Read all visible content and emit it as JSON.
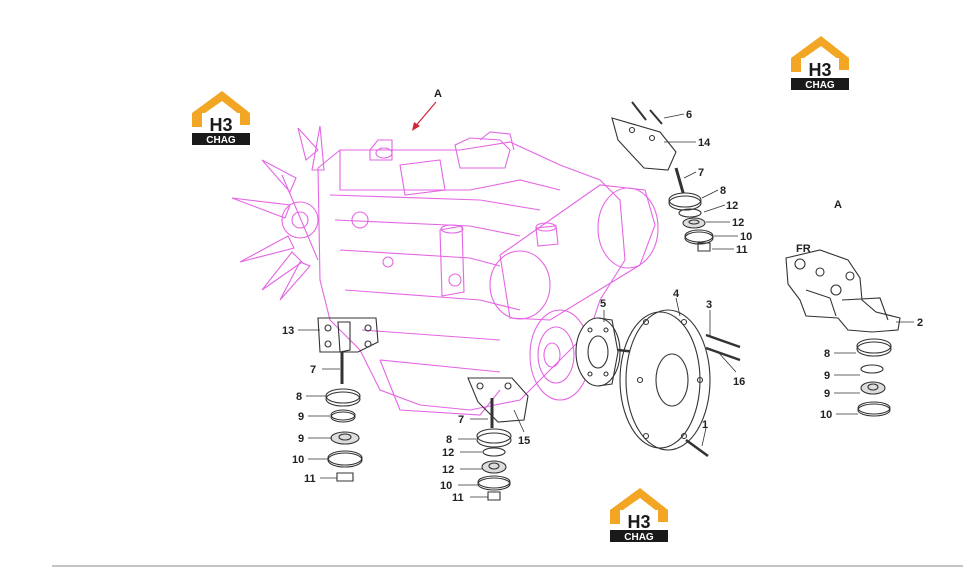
{
  "colors": {
    "engine": "#e466e4",
    "parts": "#333333",
    "logo_orange": "#f2a623",
    "logo_dark": "#1a1a1a",
    "rule": "#888888"
  },
  "logo": {
    "main": "H3",
    "sub": "CHAG"
  },
  "view_label": "A",
  "detail_label": "A",
  "fr_label": "FR",
  "callouts": {
    "c1": "1",
    "c2": "2",
    "c3": "3",
    "c4": "4",
    "c5": "5",
    "c6": "6",
    "c7a": "7",
    "c7b": "7",
    "c7c": "7",
    "c8a": "8",
    "c8b": "8",
    "c8c": "8",
    "c8d": "8",
    "c9a": "9",
    "c9b": "9",
    "c9c": "9",
    "c9d": "9",
    "c10a": "10",
    "c10b": "10",
    "c10c": "10",
    "c10d": "10",
    "c11a": "11",
    "c11b": "11",
    "c11c": "11",
    "c12a": "12",
    "c12b": "12",
    "c12c": "12",
    "c12d": "12",
    "c13": "13",
    "c14": "14",
    "c15": "15",
    "c16": "16"
  }
}
